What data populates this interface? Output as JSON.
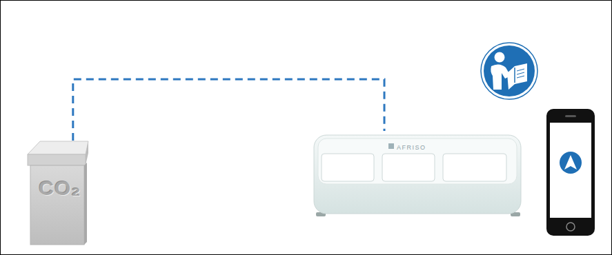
{
  "diagram": {
    "nodes": [
      {
        "text": [
          "CO₂"
        ]
      },
      {
        "text": [
          "AFRISO"
        ]
      }
    ],
    "edges": [
      {
        "from": 0,
        "to": 1,
        "arrow": "none"
      }
    ]
  }
}
